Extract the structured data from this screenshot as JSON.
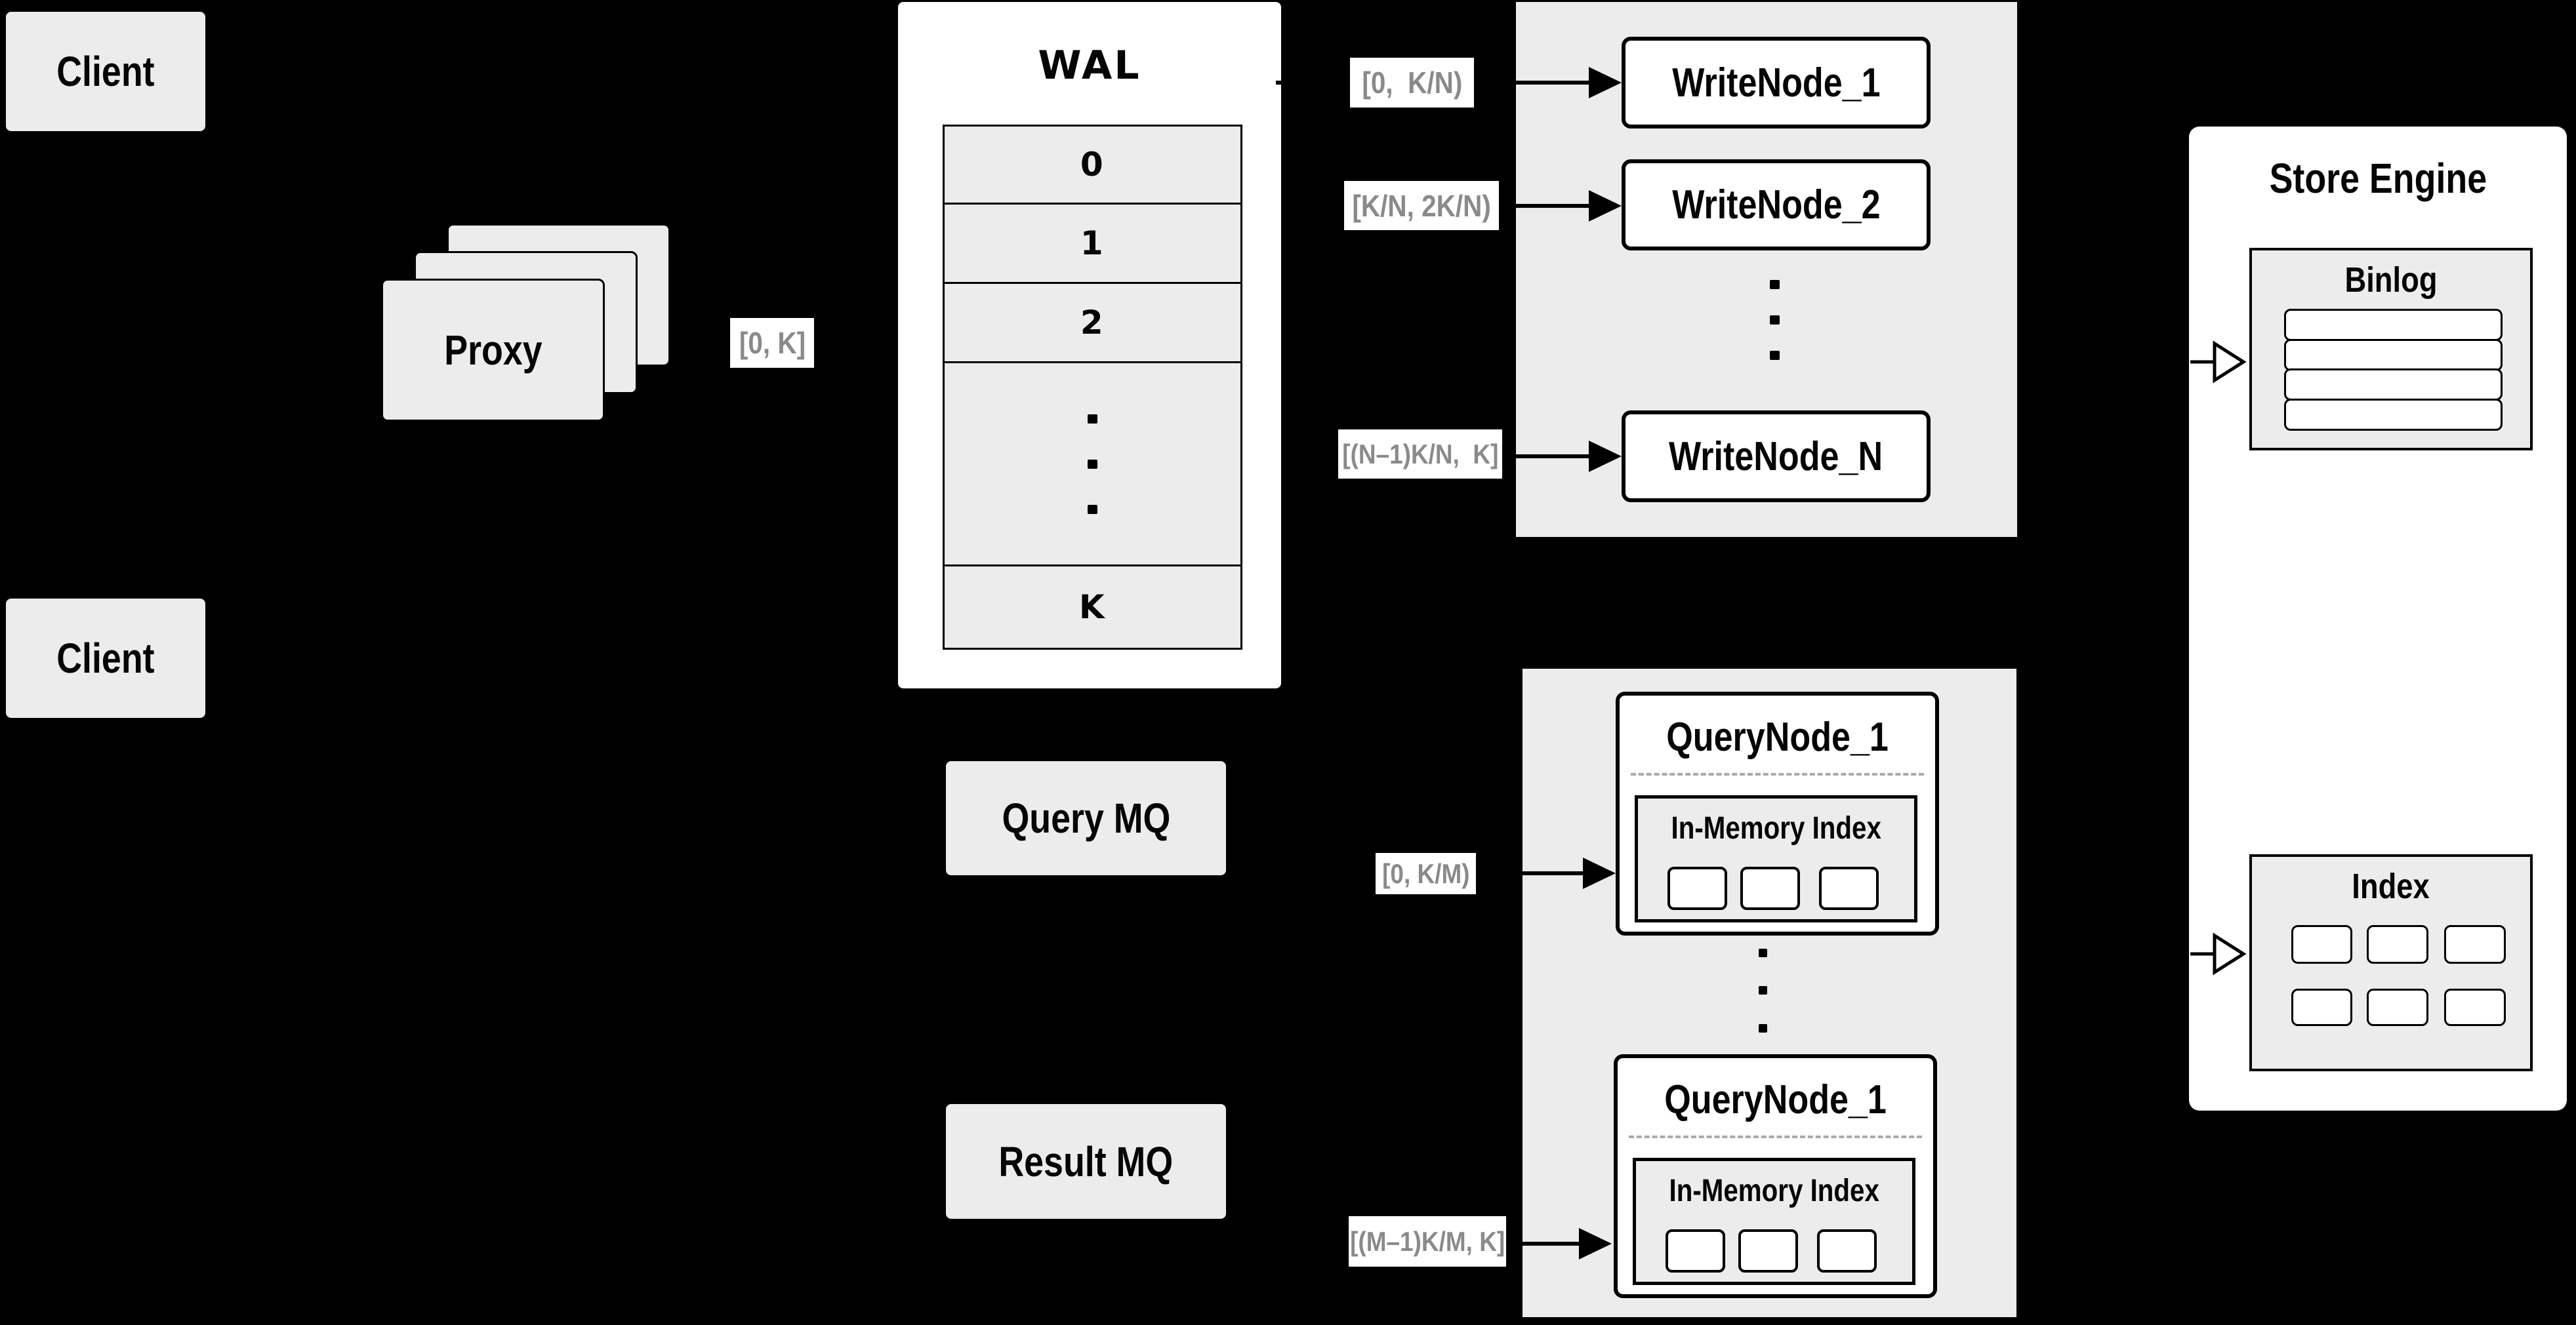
{
  "diagram": {
    "clients": [
      "Client",
      "Client"
    ],
    "proxy": "Proxy",
    "proxy_out_label": "[0, K]",
    "wal": {
      "title": "WAL",
      "rows": [
        "0",
        "1",
        "2"
      ],
      "last_row": "K"
    },
    "write_group": {
      "labels": [
        "[0,  K/N)",
        "[K/N, 2K/N)",
        "[(N–1)K/N,  K]"
      ],
      "nodes": [
        "WriteNode_1",
        "WriteNode_2",
        "WriteNode_N"
      ]
    },
    "query_mq": "Query MQ",
    "result_mq": "Result MQ",
    "query_group": {
      "labels": [
        "[0, K/M)",
        "[(M–1)K/M, K]"
      ],
      "nodes": [
        {
          "title": "QueryNode_1",
          "inner_title": "In-Memory Index"
        },
        {
          "title": "QueryNode_1",
          "inner_title": "In-Memory Index"
        }
      ]
    },
    "store": {
      "title": "Store Engine",
      "binlog_title": "Binlog",
      "index_title": "Index"
    },
    "colors": {
      "background": "#000000",
      "panel_grey": "#ececec",
      "node_white": "#ffffff",
      "line_black": "#000000",
      "label_text_grey": "#8a8a8a"
    }
  }
}
